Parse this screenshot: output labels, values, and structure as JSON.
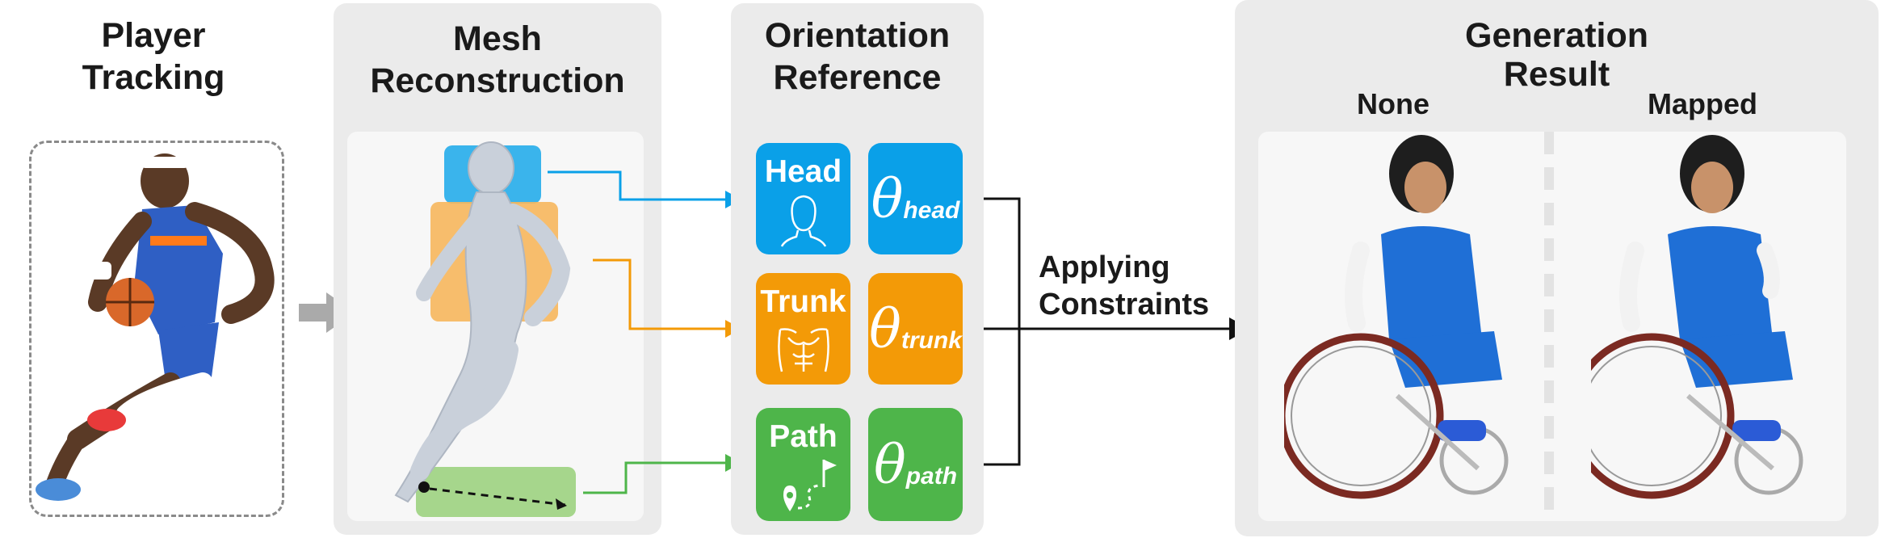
{
  "sections": {
    "tracking": {
      "title_line1": "Player",
      "title_line2": "Tracking"
    },
    "mesh": {
      "title_line1": "Mesh",
      "title_line2": "Reconstruction"
    },
    "orientation": {
      "title_line1": "Orientation",
      "title_line2": "Reference"
    },
    "generation": {
      "title_line1": "Generation",
      "title_line2": "Result"
    }
  },
  "references": [
    {
      "label": "Head",
      "theta_sub": "head",
      "color": "#0aa0e8",
      "icon": "head-outline-icon"
    },
    {
      "label": "Trunk",
      "theta_sub": "trunk",
      "color": "#f39a07",
      "icon": "torso-outline-icon"
    },
    {
      "label": "Path",
      "theta_sub": "path",
      "color": "#4eb54a",
      "icon": "path-flag-icon"
    }
  ],
  "theta_symbol": "θ",
  "constraints": {
    "line1": "Applying",
    "line2": "Constraints"
  },
  "results": {
    "left": "None",
    "right": "Mapped"
  },
  "colors": {
    "panel": "#ebebeb",
    "inner": "#f7f7f7",
    "arrow": "#111111",
    "gray_arrow": "#aaaaaa"
  }
}
